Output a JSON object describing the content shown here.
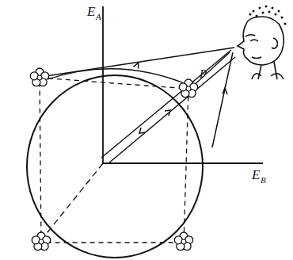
{
  "diagram": {
    "labels": [
      "E",
      "A",
      "E",
      "B",
      "P"
    ]
  }
}
